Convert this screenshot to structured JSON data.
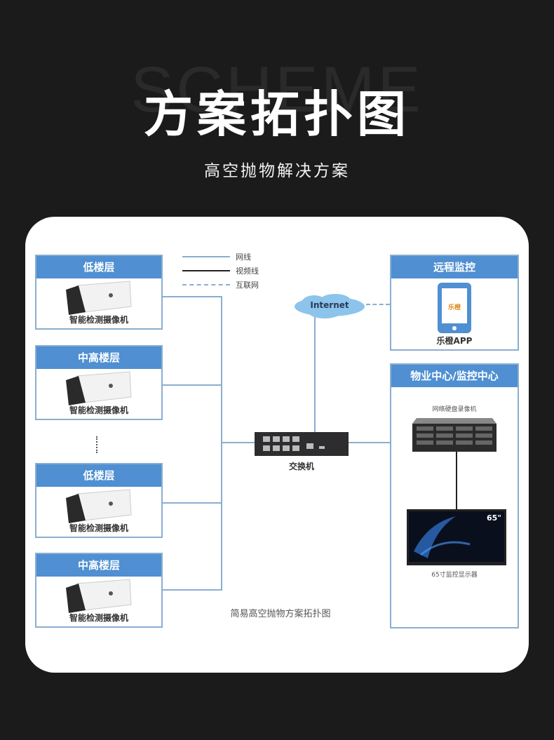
{
  "header": {
    "background_word": "SCHEME",
    "title": "方案拓扑图",
    "subtitle": "高空抛物解决方案"
  },
  "legend": [
    {
      "label": "网线",
      "style": "solid",
      "color": "#8aaed0"
    },
    {
      "label": "视频线",
      "style": "solid",
      "color": "#222222"
    },
    {
      "label": "互联网",
      "style": "dashed",
      "color": "#8aaed0"
    }
  ],
  "camera_groups": [
    {
      "floor": "低楼层",
      "device": "智能检测摄像机"
    },
    {
      "floor": "中高楼层",
      "device": "智能检测摄像机"
    },
    {
      "floor": "低楼层",
      "device": "智能检测摄像机"
    },
    {
      "floor": "中高楼层",
      "device": "智能检测摄像机"
    }
  ],
  "ellipsis_icon": "vertical-dots-icon",
  "internet": {
    "label": "Internet"
  },
  "switch": {
    "label": "交换机"
  },
  "remote": {
    "title": "远程监控",
    "app_logo_text": "乐橙",
    "app_label": "乐橙APP"
  },
  "center": {
    "title": "物业中心/监控中心",
    "nvr_label": "网络硬盘录像机",
    "display_size": "65\"",
    "display_label": "65寸监控显示器"
  },
  "caption": "简易高空抛物方案拓扑图",
  "colors": {
    "accent": "#4f8fd2",
    "line": "#8aaed0",
    "background": "#1b1b1b"
  }
}
